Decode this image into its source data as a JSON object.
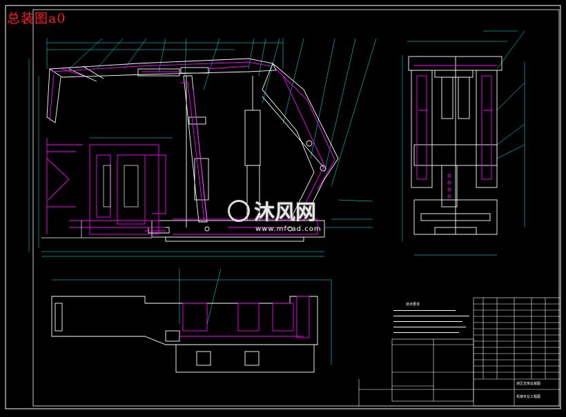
{
  "sheet_title": "总装图a0",
  "watermark": {
    "brand": "沐风网",
    "url": "www.mfcad.com"
  },
  "notes_title": "技术要求",
  "title_block": {
    "drawing_name": "液压支架总装图",
    "school": "机械专业工程图"
  },
  "colors": {
    "background": "#000000",
    "frame": "#ffffff",
    "outline": "#ff00ff",
    "dim": "#00ffff",
    "title": "#ff1a1a",
    "parts": "#ffffff"
  }
}
